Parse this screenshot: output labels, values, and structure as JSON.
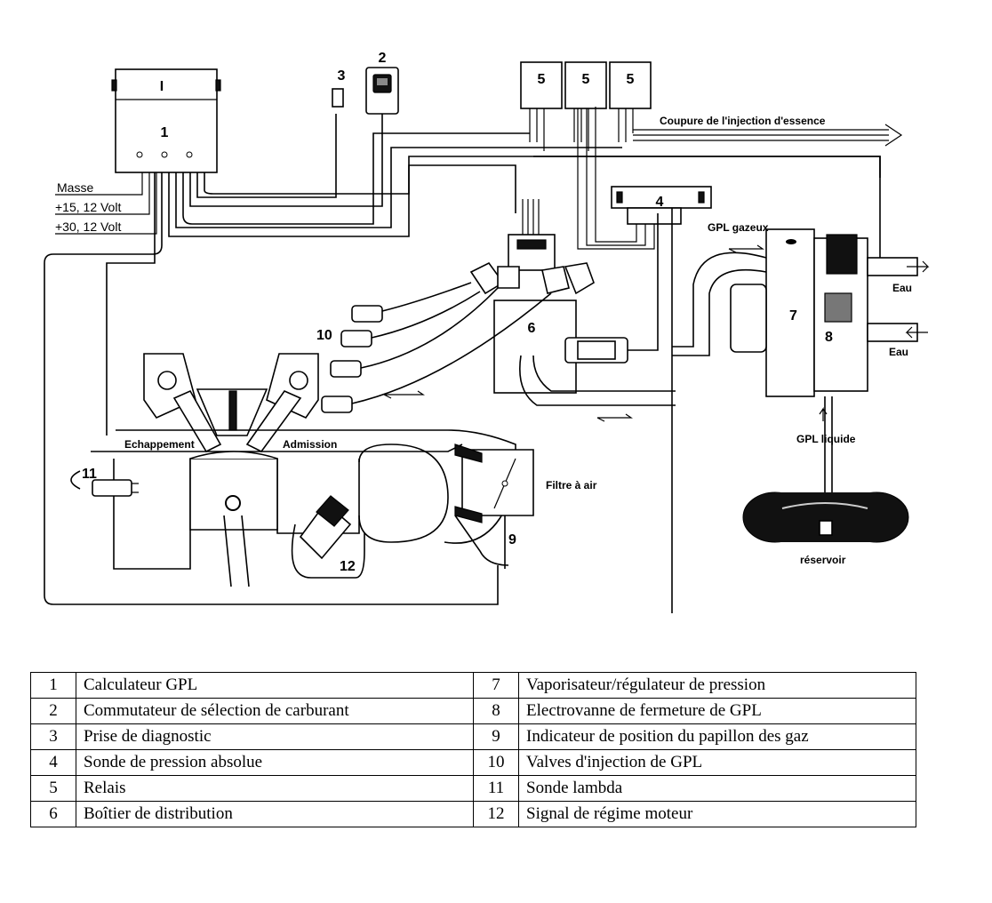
{
  "labels": {
    "masse": "Masse",
    "v15": "+15, 12 Volt",
    "v30": "+30, 12 Volt",
    "coupure": "Coupure de l'injection d'essence",
    "gpl_gazeux": "GPL gazeux",
    "eau_top": "Eau",
    "eau_bottom": "Eau",
    "echappement": "Echappement",
    "admission": "Admission",
    "filtre": "Filtre à air",
    "gpl_liquide": "GPL liquide",
    "reservoir": "réservoir",
    "ecu_mark": "I"
  },
  "callouts": {
    "n1": "1",
    "n2": "2",
    "n3": "3",
    "n4": "4",
    "n5a": "5",
    "n5b": "5",
    "n5c": "5",
    "n6": "6",
    "n7": "7",
    "n8": "8",
    "n9": "9",
    "n10": "10",
    "n11": "11",
    "n12": "12"
  },
  "legend": [
    {
      "n1": "1",
      "d1": "Calculateur GPL",
      "n2": "7",
      "d2": "Vaporisateur/régulateur de pression"
    },
    {
      "n1": "2",
      "d1": "Commutateur de sélection de carburant",
      "n2": "8",
      "d2": "Electrovanne de fermeture de GPL"
    },
    {
      "n1": "3",
      "d1": "Prise de diagnostic",
      "n2": "9",
      "d2": "Indicateur de position du papillon des gaz"
    },
    {
      "n1": "4",
      "d1": "Sonde de pression absolue",
      "n2": "10",
      "d2": "Valves d'injection de GPL"
    },
    {
      "n1": "5",
      "d1": "Relais",
      "n2": "11",
      "d2": "Sonde lambda"
    },
    {
      "n1": "6",
      "d1": "Boîtier de distribution",
      "n2": "12",
      "d2": "Signal de régime moteur"
    }
  ]
}
